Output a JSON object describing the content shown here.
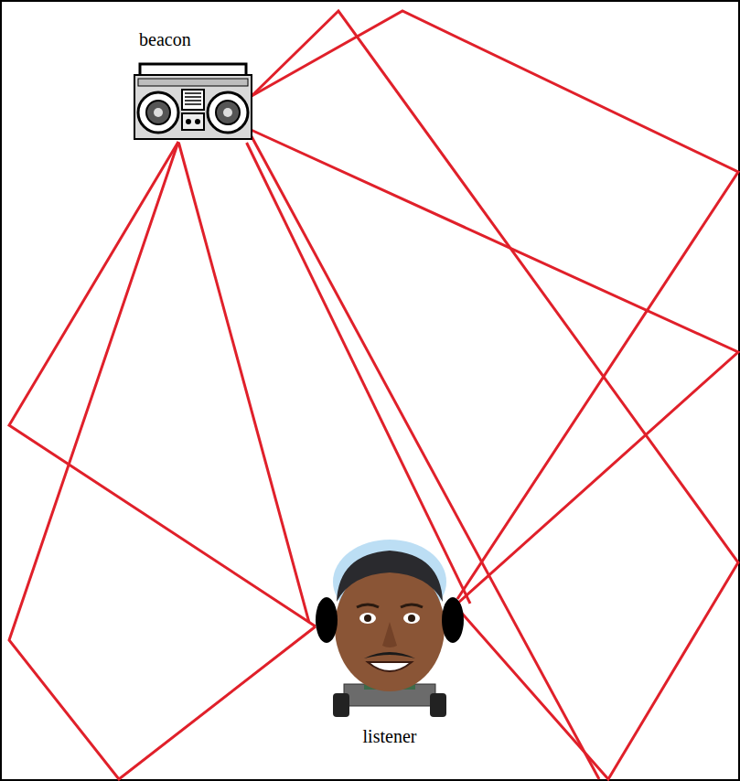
{
  "diagram": {
    "nodes": [
      {
        "text": [
          "beacon"
        ]
      },
      {
        "text": [
          "listener"
        ]
      }
    ],
    "edges": [
      {
        "from": 0,
        "to": 1,
        "arrow": "none"
      },
      {
        "from": 0,
        "to": 1,
        "arrow": "none"
      }
    ]
  }
}
